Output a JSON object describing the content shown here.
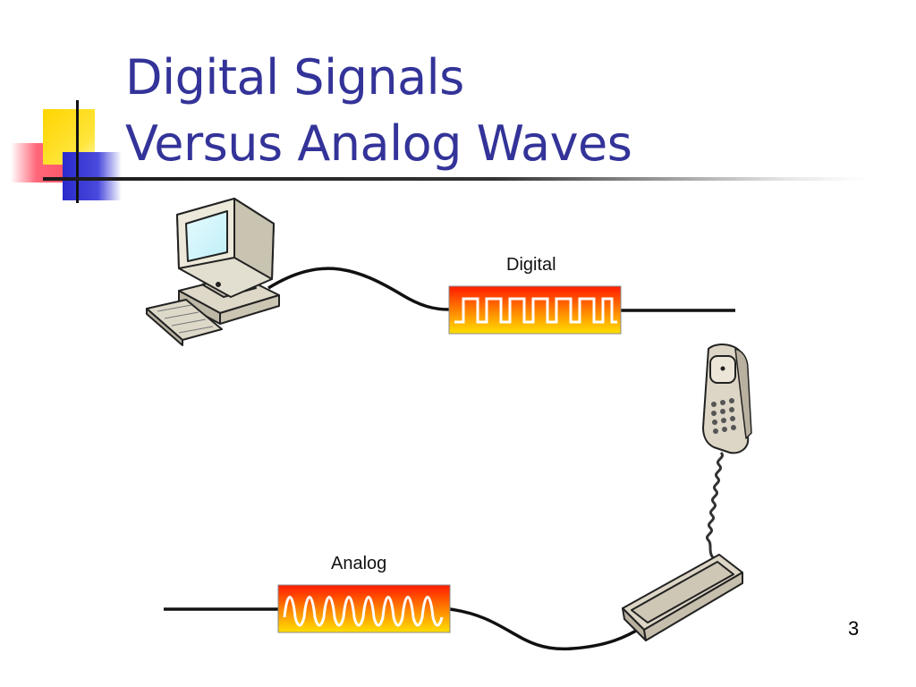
{
  "slide": {
    "title_line1": "Digital Signals",
    "title_line2": "Versus Analog Waves",
    "page_number": "3"
  },
  "diagram": {
    "digital_label": "Digital",
    "analog_label": "Analog",
    "icons": [
      "computer-icon",
      "telephone-icon"
    ],
    "colors": {
      "title": "#333399",
      "signal_box_top": "#ff1a00",
      "signal_box_bottom": "#ffe000",
      "deco_yellow": "#ffd500",
      "deco_blue": "#2a2acc",
      "deco_red": "#ff3c50"
    }
  }
}
